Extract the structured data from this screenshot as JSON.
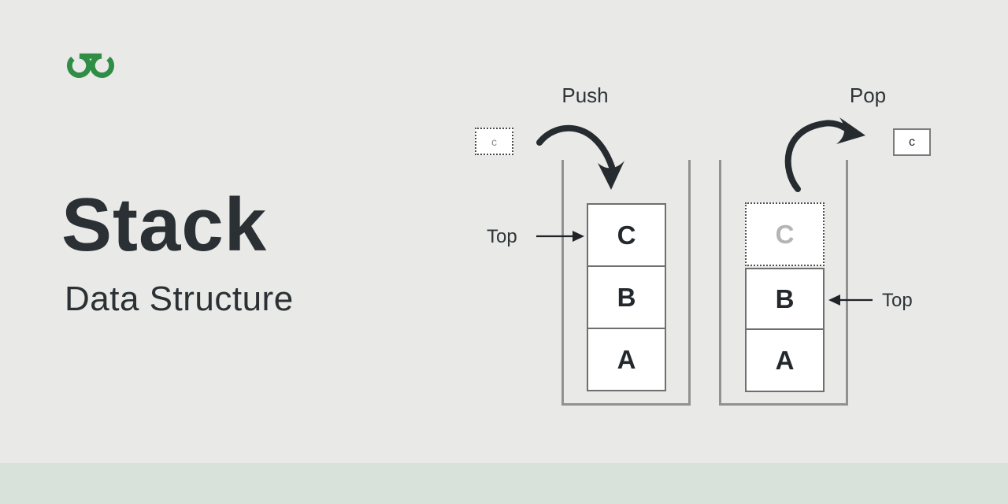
{
  "page": {
    "background_color": "#e9e9e8",
    "footer_strip_color": "#d8e1da"
  },
  "brand": {
    "logo_name": "geeksforgeeks-logo",
    "logo_color": "#2f8d46"
  },
  "title": {
    "heading": "Stack",
    "subheading": "Data Structure",
    "text_color": "#2b3034"
  },
  "push_section": {
    "label": "Push",
    "incoming_item": "c",
    "top_label": "Top",
    "stack_items": [
      "C",
      "B",
      "A"
    ]
  },
  "pop_section": {
    "label": "Pop",
    "removing_item": "C",
    "popped_item": "c",
    "top_label": "Top",
    "stack_items": [
      "B",
      "A"
    ]
  },
  "diagram_colors": {
    "arrow_color": "#262b2f",
    "container_wall_color": "#919191",
    "cell_border_color": "#6f6f6f",
    "ghost_item_color": "#b4b4b4"
  }
}
